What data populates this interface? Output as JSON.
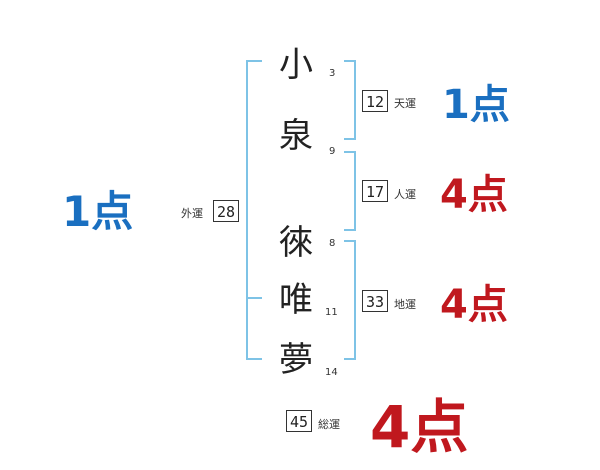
{
  "left_score": {
    "text": "1点",
    "color": "#1a6fc0"
  },
  "characters": [
    {
      "char": "小",
      "strokes": "3"
    },
    {
      "char": "泉",
      "strokes": "9"
    },
    {
      "char": "徠",
      "strokes": "8"
    },
    {
      "char": "唯",
      "strokes": "11"
    },
    {
      "char": "夢",
      "strokes": "14"
    }
  ],
  "gaiun": {
    "label": "外運",
    "value": "28"
  },
  "tenun": {
    "label": "天運",
    "value": "12",
    "score": "1点",
    "color": "#1a6fc0"
  },
  "jinun": {
    "label": "人運",
    "value": "17",
    "score": "4点",
    "color": "#c0181e"
  },
  "chiun": {
    "label": "地運",
    "value": "33",
    "score": "4点",
    "color": "#c0181e"
  },
  "souun": {
    "label": "総運",
    "value": "45",
    "score": "4点",
    "color": "#c0181e"
  },
  "line_color": "#7ec3e6"
}
